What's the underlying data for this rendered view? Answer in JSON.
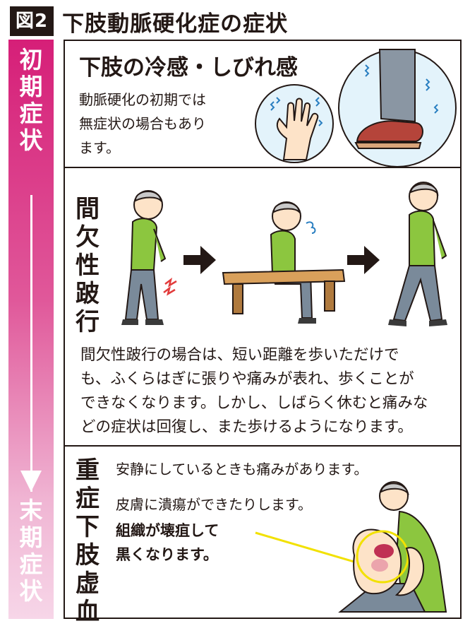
{
  "header": {
    "badge": "図2",
    "title": "下肢動脈硬化症の症状"
  },
  "progress": {
    "early_chars": [
      "初",
      "期",
      "症",
      "状"
    ],
    "late_chars": [
      "末",
      "期",
      "症",
      "状"
    ]
  },
  "panel1": {
    "title": "下肢の冷感・しびれ感",
    "text": "動脈硬化の初期では\n無症状の場合もあり\nます。",
    "illustrations": [
      "cold-hand-icon",
      "foot-slipper-icon"
    ]
  },
  "panel2": {
    "vertical_title": [
      "間",
      "欠",
      "性",
      "跛",
      "行"
    ],
    "text": "間欠性跛行の場合は、短い距離を歩いただけで\nも、ふくらはぎに張りや痛みが表れ、歩くことが\nできなくなります。しかし、しばらく休むと痛みな\nどの症状は回復し、また歩けるようになります。",
    "illustrations": [
      "limping-man-icon",
      "arrow-right-icon",
      "seated-resting-man-icon",
      "arrow-right-icon",
      "walking-man-icon"
    ]
  },
  "panel3": {
    "vertical_title": [
      "重",
      "症",
      "下",
      "肢",
      "虚",
      "血"
    ],
    "line1": "安静にしているときも痛みがあります。",
    "line2": "皮膚に潰瘍ができたりします。",
    "bold_text": "組織が壊疽して\n黒くなります。",
    "illustrations": [
      "foot-ulcer-icon"
    ]
  },
  "colors": {
    "accent_magenta": "#d61f78",
    "shirt_green": "#8cc63f",
    "pants_gray": "#7a8a9a",
    "ink": "#231815"
  }
}
